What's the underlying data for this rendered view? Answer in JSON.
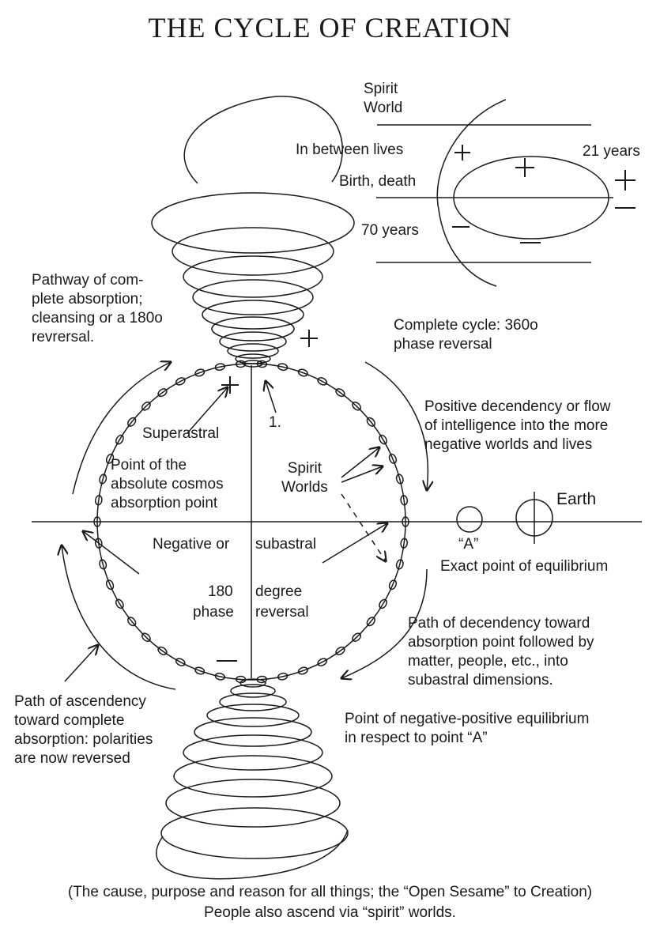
{
  "title": "THE CYCLE OF CREATION",
  "inset": {
    "spirit_world": [
      "Spirit",
      "World"
    ],
    "in_between_lives": "In between lives",
    "years_21": "21 years",
    "birth_death": "Birth, death",
    "years_70": "70 years",
    "complete_cycle": [
      "Complete cycle: 360o",
      "phase reversal"
    ]
  },
  "labels": {
    "pathway_absorption": [
      "Pathway of com-",
      "plete absorption;",
      "cleansing or a 180o",
      "revrersal."
    ],
    "positive_decendency": [
      "Positive decendency or flow",
      "of intelligence into the more",
      "negative worlds and lives"
    ],
    "superastral": "Superastral",
    "point_one": "1.",
    "absolute_cosmos": [
      "Point of the",
      "absolute cosmos",
      "absorption point"
    ],
    "spirit_worlds": [
      "Spirit",
      "Worlds"
    ],
    "earth": "Earth",
    "point_a": "“A”",
    "exact_equilibrium": "Exact point of equilibrium",
    "negative_or": "Negative or",
    "subastral": "subastral",
    "deg_180": "180",
    "phase": "phase",
    "degree": "degree",
    "reversal": "reversal",
    "path_decendency": [
      "Path of decendency toward",
      "absorption point followed by",
      "matter, people, etc., into",
      "subastral dimensions."
    ],
    "path_ascendency": [
      "Path of ascendency",
      "toward complete",
      "absorption: polarities",
      "are now reversed"
    ],
    "neg_pos_equilibrium": [
      "Point of negative-positive equilibrium",
      "in respect to point “A”"
    ]
  },
  "symbols": {
    "plus": "+",
    "minus": "—"
  },
  "footer": [
    "(The cause, purpose and reason for all things; the “Open Sesame” to Creation)",
    "People also ascend via “spirit” worlds."
  ]
}
